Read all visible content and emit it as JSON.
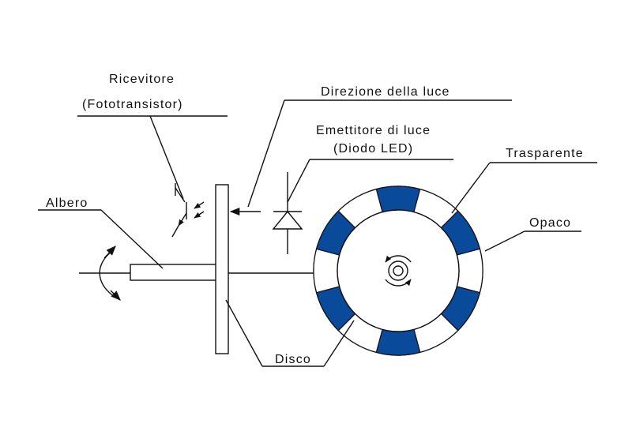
{
  "labels": {
    "receiver": "Ricevitore",
    "receiver_sub": "(Fototransistor)",
    "light_direction": "Direzione della luce",
    "emitter": "Emettitore di luce",
    "emitter_sub": "(Diodo LED)",
    "transparent": "Trasparente",
    "opaque": "Opaco",
    "shaft": "Albero",
    "disc": "Disco"
  },
  "disc": {
    "segments": 12,
    "opaque_color": "#0a4a9a",
    "transparent_color": "#ffffff"
  }
}
